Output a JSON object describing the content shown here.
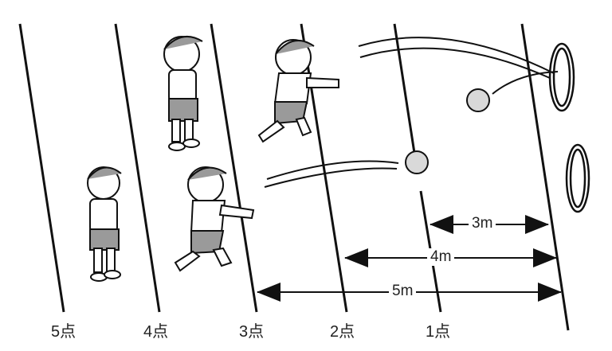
{
  "lane_labels": [
    "5点",
    "4点",
    "3点",
    "2点",
    "1点"
  ],
  "distances": [
    "3m",
    "4m",
    "5m"
  ],
  "colors": {
    "line": "#111111",
    "ball": "#d9d9d9",
    "shorts": "#9a9a9a"
  }
}
